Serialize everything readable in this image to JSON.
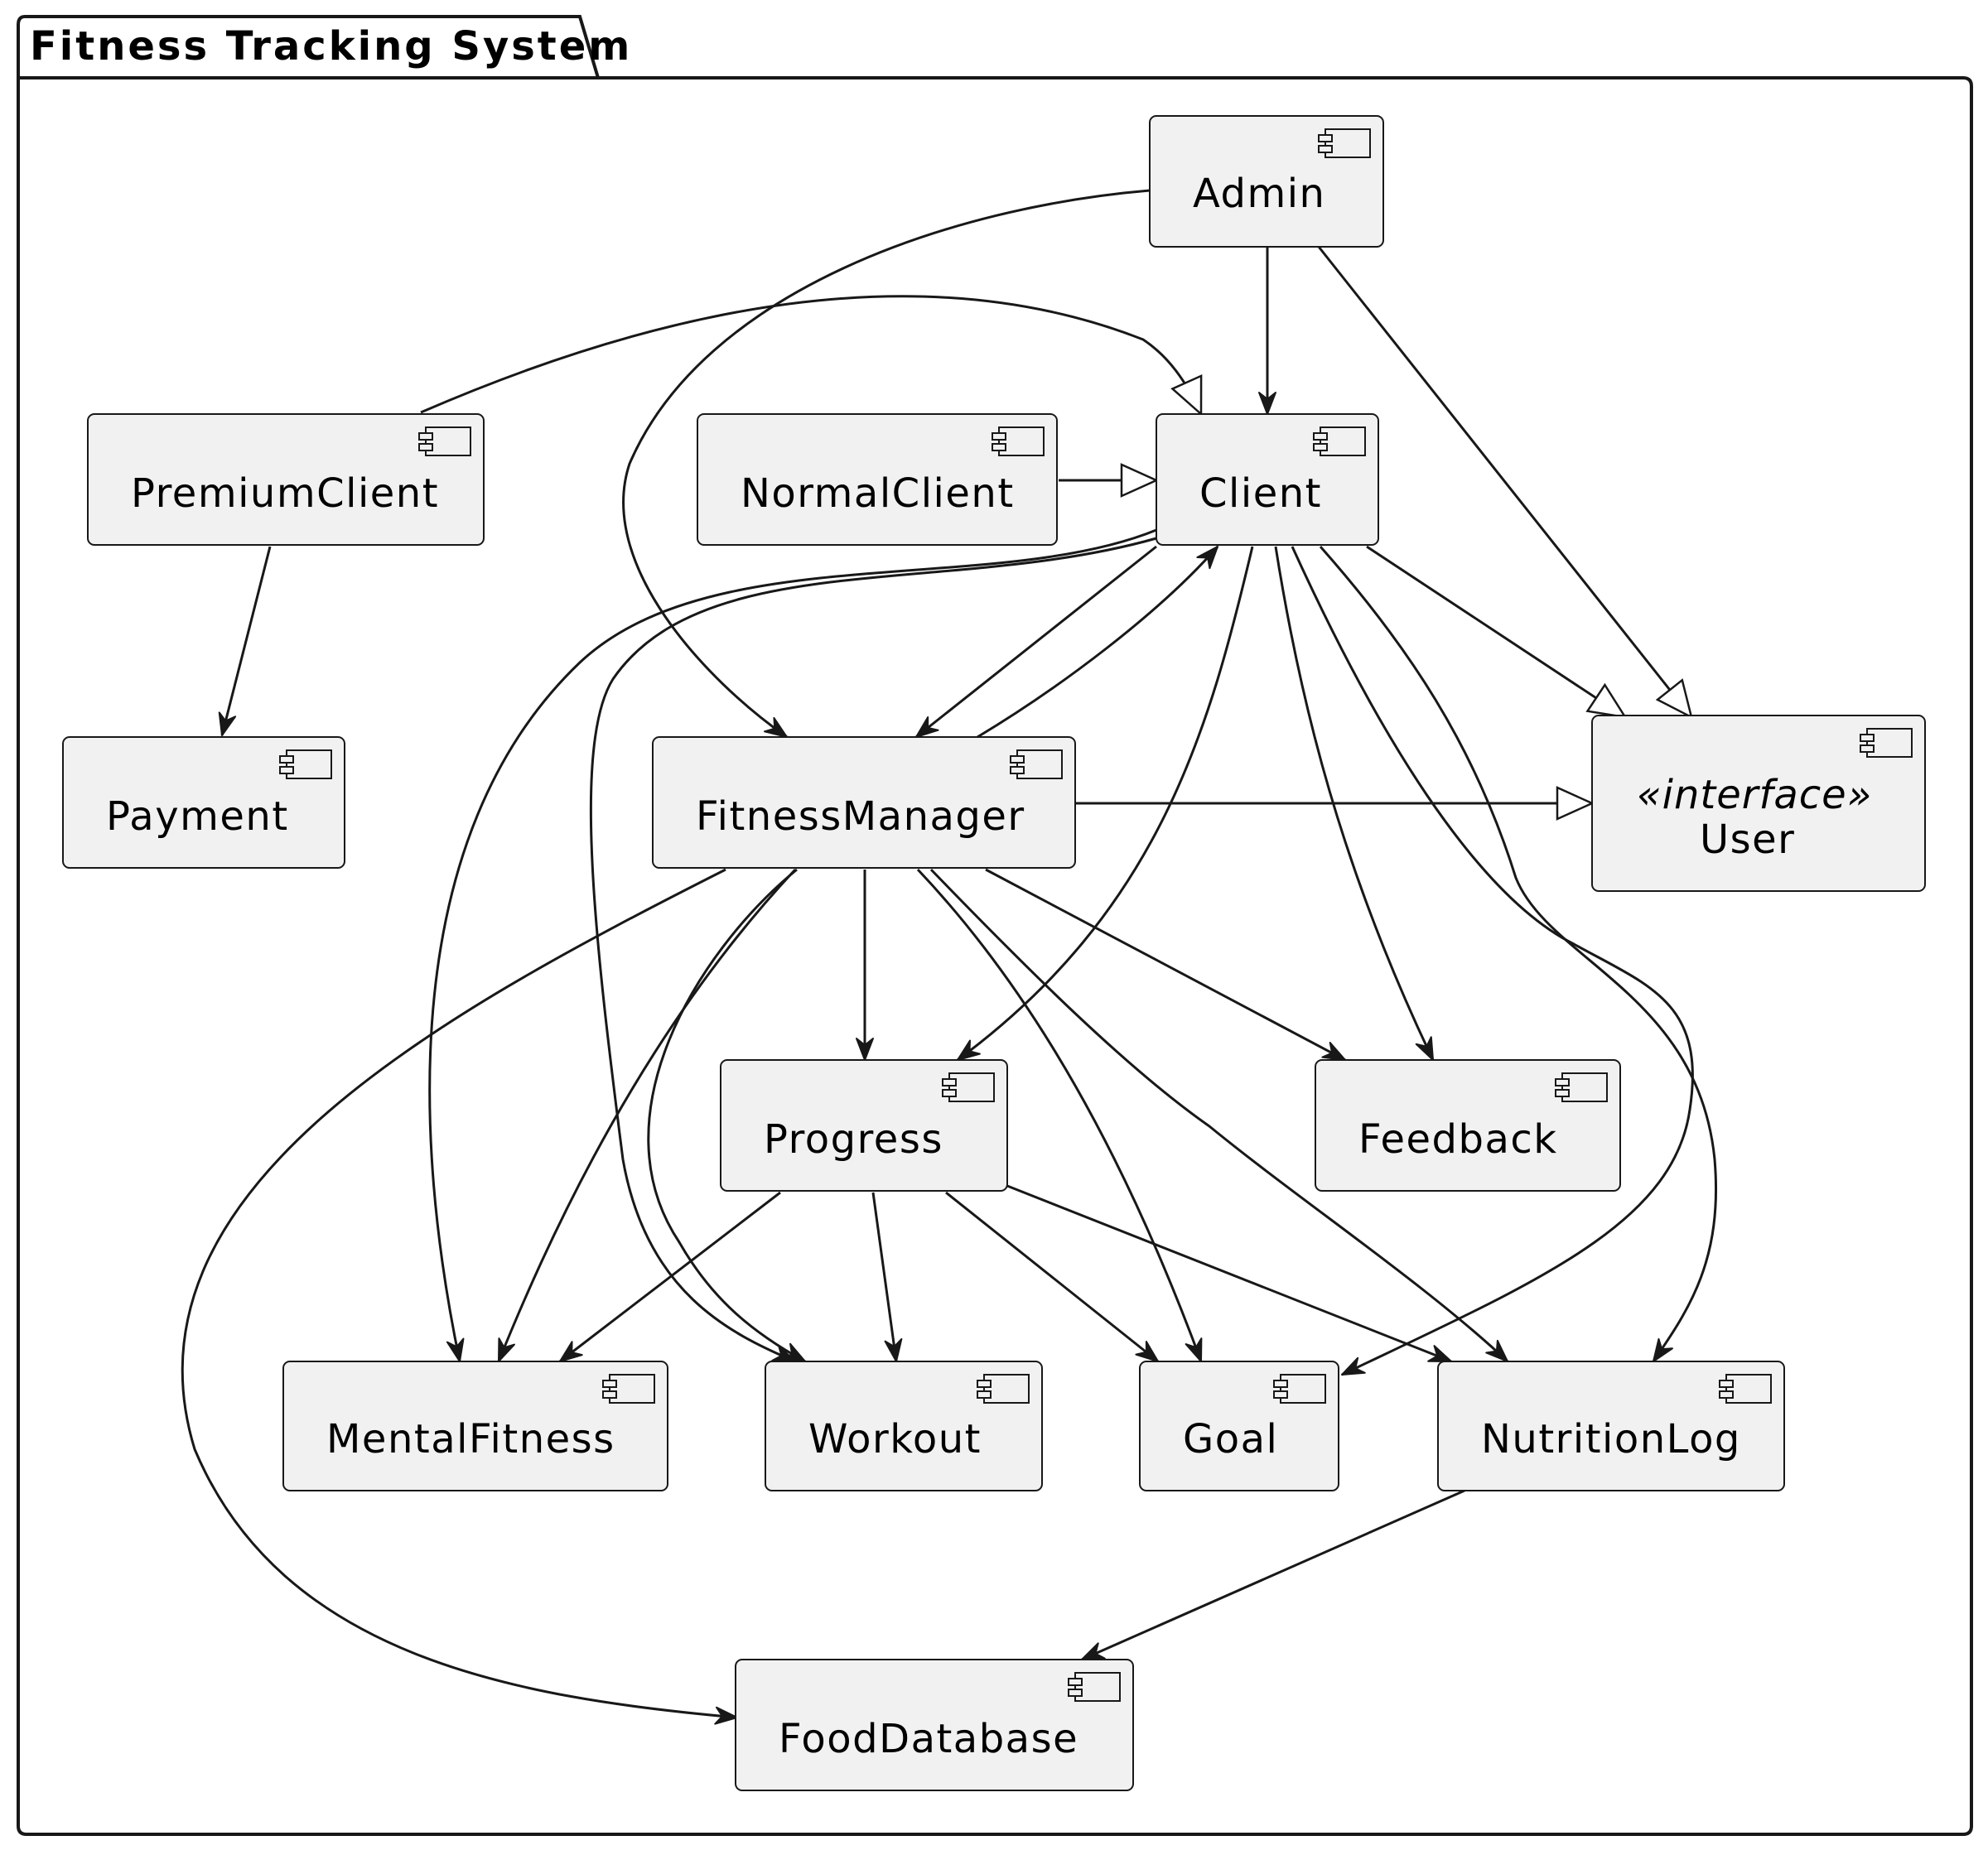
{
  "package": {
    "title": "Fitness Tracking System"
  },
  "nodes": {
    "admin": {
      "label": "Admin"
    },
    "premium_client": {
      "label": "PremiumClient"
    },
    "normal_client": {
      "label": "NormalClient"
    },
    "client": {
      "label": "Client"
    },
    "payment": {
      "label": "Payment"
    },
    "fitness_manager": {
      "label": "FitnessManager"
    },
    "user": {
      "stereotype": "«interface»",
      "label": "User"
    },
    "progress": {
      "label": "Progress"
    },
    "feedback": {
      "label": "Feedback"
    },
    "mental_fitness": {
      "label": "MentalFitness"
    },
    "workout": {
      "label": "Workout"
    },
    "goal": {
      "label": "Goal"
    },
    "nutrition_log": {
      "label": "NutritionLog"
    },
    "food_database": {
      "label": "FoodDatabase"
    }
  },
  "relations": [
    {
      "from": "Admin",
      "to": "FitnessManager",
      "kind": "dependency"
    },
    {
      "from": "Admin",
      "to": "Client",
      "kind": "dependency"
    },
    {
      "from": "Admin",
      "to": "User",
      "kind": "generalization"
    },
    {
      "from": "PremiumClient",
      "to": "Client",
      "kind": "generalization"
    },
    {
      "from": "NormalClient",
      "to": "Client",
      "kind": "generalization"
    },
    {
      "from": "PremiumClient",
      "to": "Payment",
      "kind": "dependency"
    },
    {
      "from": "Client",
      "to": "User",
      "kind": "generalization"
    },
    {
      "from": "Client",
      "to": "FitnessManager",
      "kind": "dependency"
    },
    {
      "from": "FitnessManager",
      "to": "Client",
      "kind": "dependency"
    },
    {
      "from": "FitnessManager",
      "to": "User",
      "kind": "generalization"
    },
    {
      "from": "Client",
      "to": "MentalFitness",
      "kind": "dependency"
    },
    {
      "from": "Client",
      "to": "Workout",
      "kind": "dependency"
    },
    {
      "from": "Client",
      "to": "Progress",
      "kind": "dependency"
    },
    {
      "from": "Client",
      "to": "Feedback",
      "kind": "dependency"
    },
    {
      "from": "Client",
      "to": "Goal",
      "kind": "dependency"
    },
    {
      "from": "Client",
      "to": "NutritionLog",
      "kind": "dependency"
    },
    {
      "from": "FitnessManager",
      "to": "Progress",
      "kind": "dependency"
    },
    {
      "from": "FitnessManager",
      "to": "Feedback",
      "kind": "dependency"
    },
    {
      "from": "FitnessManager",
      "to": "MentalFitness",
      "kind": "dependency"
    },
    {
      "from": "FitnessManager",
      "to": "Workout",
      "kind": "dependency"
    },
    {
      "from": "FitnessManager",
      "to": "Goal",
      "kind": "dependency"
    },
    {
      "from": "FitnessManager",
      "to": "NutritionLog",
      "kind": "dependency"
    },
    {
      "from": "FitnessManager",
      "to": "FoodDatabase",
      "kind": "dependency"
    },
    {
      "from": "Progress",
      "to": "MentalFitness",
      "kind": "dependency"
    },
    {
      "from": "Progress",
      "to": "Workout",
      "kind": "dependency"
    },
    {
      "from": "Progress",
      "to": "Goal",
      "kind": "dependency"
    },
    {
      "from": "Progress",
      "to": "NutritionLog",
      "kind": "dependency"
    },
    {
      "from": "NutritionLog",
      "to": "FoodDatabase",
      "kind": "dependency"
    }
  ]
}
